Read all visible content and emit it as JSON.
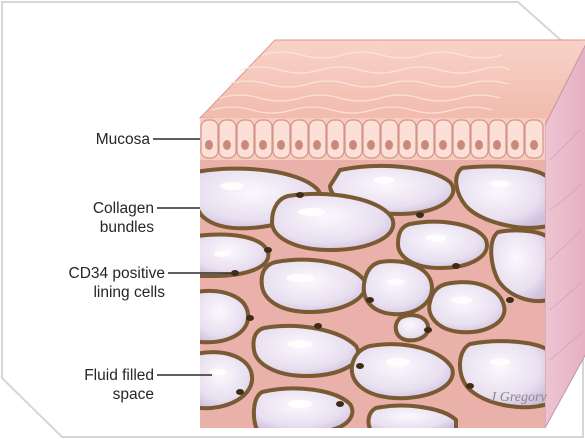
{
  "labels": {
    "mucosa": "Mucosa",
    "collagen_line1": "Collagen",
    "collagen_line2": "bundles",
    "cd34_line1": "CD34 positive",
    "cd34_line2": "lining cells",
    "fluid_line1": "Fluid filled",
    "fluid_line2": "space"
  },
  "signature": "J Gregory",
  "colors": {
    "mucosa_top": "#f4c3b6",
    "mucosa_cells": "#fbd9cf",
    "collagen": "#e9a8a3",
    "lining_cells": "#7a5a33",
    "fluid": "#ebe4f0",
    "frame": "#d9d9d9"
  }
}
